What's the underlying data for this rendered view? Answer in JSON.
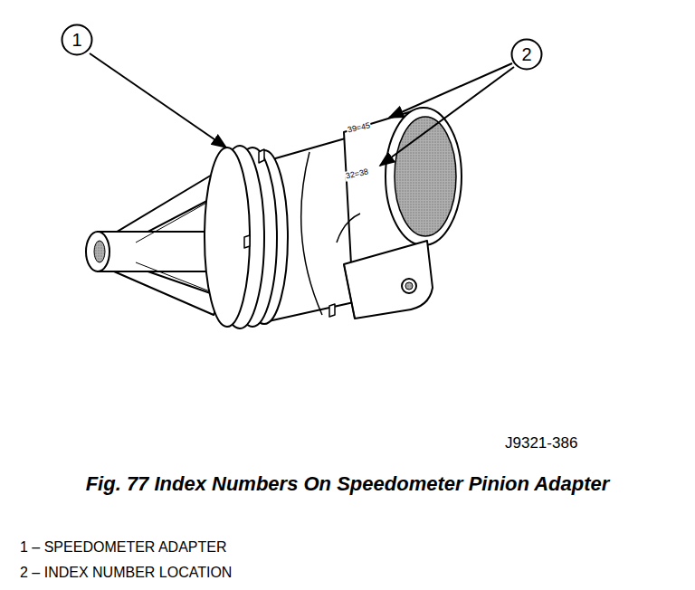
{
  "diagram": {
    "caption": "Fig. 77 Index Numbers On Speedometer Pinion Adapter",
    "nodes": [
      {
        "text": [
          "1"
        ]
      },
      {
        "text": [
          "2"
        ]
      }
    ],
    "labels": [
      "39=45",
      "32=38",
      "J9321-386",
      "1 – SPEEDOMETER ADAPTER",
      "2 – INDEX NUMBER LOCATION"
    ]
  }
}
